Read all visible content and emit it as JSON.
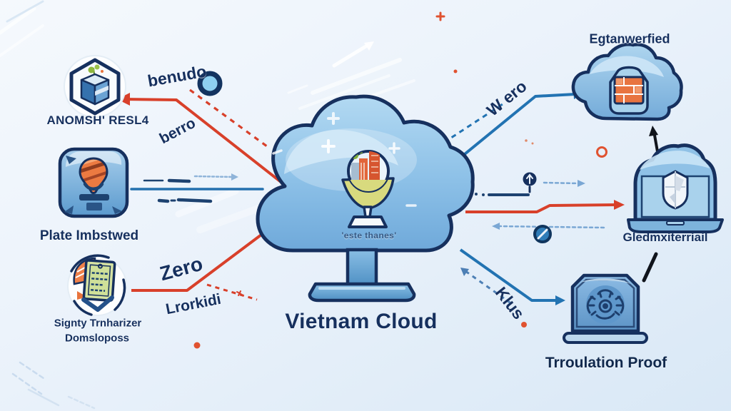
{
  "diagram": {
    "center_node": {
      "label": "Vietnam Cloud",
      "caption": "'este thanes'",
      "icon": "cloud-trophy-city-icon"
    },
    "left_nodes": [
      {
        "label": "ANOMSH' RESL4",
        "icon": "hexagon-package-icon"
      },
      {
        "label": "Plate Imbstwed",
        "icon": "map-pin-app-icon"
      },
      {
        "label": "Signty Trnharizer",
        "label_line2": "Domsloposs",
        "icon": "certificate-circle-icon"
      }
    ],
    "right_nodes": [
      {
        "label": "Egtanwerfied",
        "icon": "firewall-cloud-icon"
      },
      {
        "label": "Gledmxiterriail",
        "icon": "laptop-shield-icon"
      },
      {
        "label": "Trroulation Proof",
        "icon": "gear-badge-icon"
      }
    ],
    "edge_labels": [
      {
        "id": "benudo",
        "text": "benudo"
      },
      {
        "id": "berro",
        "text": "berro"
      },
      {
        "id": "zero",
        "text": "Zero"
      },
      {
        "id": "lrorkidi",
        "text": "Lrorkidi"
      },
      {
        "id": "wero",
        "text": "W ero"
      },
      {
        "id": "klus",
        "text": "Klus"
      }
    ],
    "colors": {
      "background_top": "#f5f9fd",
      "background_bottom": "#d9e8f6",
      "navy_text": "#16305e",
      "arrow_red": "#d8402a",
      "arrow_blue": "#2273b2",
      "cloud_fill": "#85bce4",
      "accent_orange": "#e8733c"
    }
  }
}
